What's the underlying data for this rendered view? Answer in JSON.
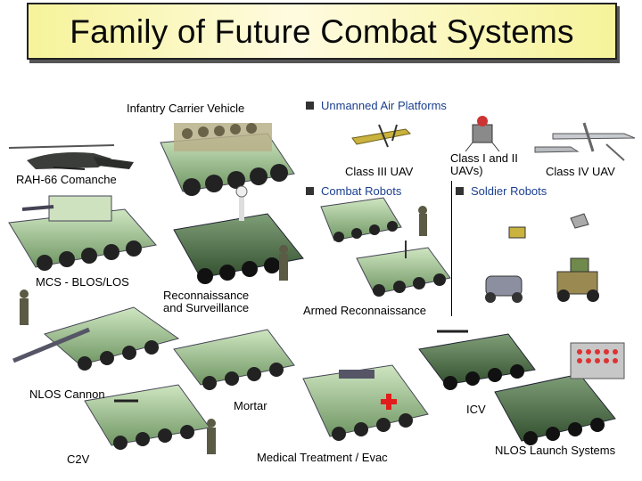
{
  "title": "Family of Future Combat Systems",
  "sections": {
    "uav": "Unmanned Air Platforms",
    "combat_robots": "Combat Robots",
    "soldier_robots": "Soldier Robots"
  },
  "labels": {
    "icv_carrier": "Infantry Carrier Vehicle",
    "comanche": "RAH-66 Comanche",
    "class3": "Class III UAV",
    "class12_a": "Class I and II",
    "class12_b": "UAVs)",
    "class4": "Class IV UAV",
    "mcs": "MCS - BLOS/LOS",
    "recon_a": "Reconnaissance",
    "recon_b": "and Surveillance",
    "armed_recon": "Armed Reconnaissance",
    "nlos_cannon": "NLOS Cannon",
    "mortar": "Mortar",
    "icv": "ICV",
    "c2v": "C2V",
    "medical": "Medical Treatment / Evac",
    "nlos_launch": "NLOS Launch Systems"
  },
  "colors": {
    "title_band": "#f6f39a",
    "vehicle_green": "#9cc28a",
    "vehicle_dark": "#3f5a3a",
    "red_cross": "#e21b1b"
  },
  "icons": [
    "helicopter",
    "armored-vehicle",
    "uav-aircraft",
    "robot",
    "soldier",
    "red-cross"
  ]
}
